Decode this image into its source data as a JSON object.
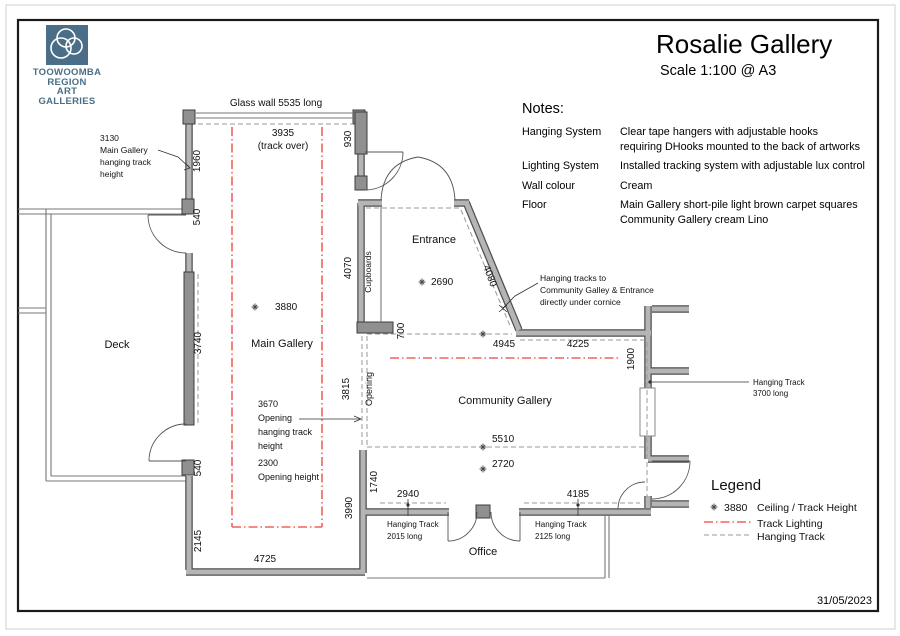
{
  "logo": {
    "l1": "TOOWOOMBA",
    "l2": "REGION",
    "l3": "ART GALLERIES"
  },
  "title": {
    "name": "Rosalie Gallery",
    "scale": "Scale 1:100 @ A3"
  },
  "date": "31/05/2023",
  "notes": {
    "heading": "Notes:",
    "rows": [
      {
        "label": "Hanging System",
        "lines": [
          "Clear tape hangers with adjustable hooks",
          "requiring DHooks mounted to the back of artworks"
        ]
      },
      {
        "label": "Lighting System",
        "lines": [
          "Installed tracking system with adjustable lux control"
        ]
      },
      {
        "label": "Wall colour",
        "lines": [
          "Cream"
        ]
      },
      {
        "label": "Floor",
        "lines": [
          "Main Gallery short-pile light brown carpet squares",
          "Community Gallery cream Lino"
        ]
      }
    ]
  },
  "legend": {
    "heading": "Legend",
    "height_value": "3880",
    "height_label": "Ceiling / Track Height",
    "track_lighting_label": "Track Lighting",
    "hanging_track_label": "Hanging Track"
  },
  "plan": {
    "rooms": {
      "deck": "Deck",
      "main_gallery": "Main Gallery",
      "entrance": "Entrance",
      "community_gallery": "Community Gallery",
      "office": "Office",
      "cupboards": "Cupboards",
      "opening": "Opening"
    },
    "glass_wall": "Glass wall 5535 long",
    "track_over_dim": "3935",
    "track_over_note": "(track over)",
    "heights": {
      "main_gallery": "3880",
      "entrance": "2690",
      "community_top": "4945",
      "community_mid": "5510",
      "community_low": "2720"
    },
    "dims": {
      "left_1960": "1960",
      "left_540a": "540",
      "left_3740": "3740",
      "left_540b": "540",
      "left_2145": "2145",
      "bottom_4725": "4725",
      "right_930": "930",
      "cupboard_4070": "4070",
      "gap_700": "700",
      "opening_3815": "3815",
      "lower_3990": "3990",
      "office_1740": "1740",
      "right_1900": "1900",
      "diag_4080": "4080",
      "top_4225": "4225",
      "office_2940": "2940",
      "office_4185": "4185"
    },
    "labels": {
      "track_height": [
        "3130",
        "Main Gallery",
        "hanging track",
        "height"
      ],
      "opening_track": [
        "3670",
        "Opening",
        "hanging track",
        "height"
      ],
      "opening_height": [
        "2300",
        "Opening height"
      ],
      "cornice": [
        "Hanging tracks to",
        "Community Galley & Entrance",
        "directly under cornice"
      ],
      "ht3700": [
        "Hanging Track",
        "3700 long"
      ],
      "ht2015": [
        "Hanging Track",
        "2015 long"
      ],
      "ht2125": [
        "Hanging Track",
        "2125 long"
      ]
    }
  },
  "colors": {
    "logo_blue": "#4a6e87",
    "track_red": "#f0635a",
    "wall_fill": "#b5b5b5",
    "wall_edge": "#4f4f4f",
    "dash_gray": "#999999"
  }
}
